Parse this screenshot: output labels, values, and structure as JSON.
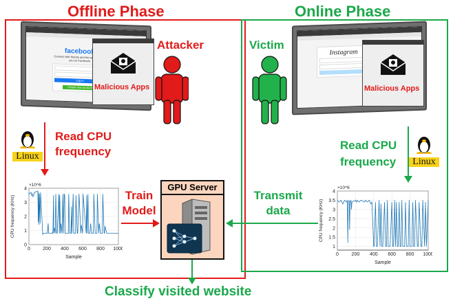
{
  "offline": {
    "title": "Offline Phase",
    "attacker": "Attacker",
    "malicious": "Malicious Apps",
    "read_cpu_1": "Read CPU",
    "read_cpu_2": "frequency",
    "train_1": "Train",
    "train_2": "Model",
    "site_title": "facebook",
    "site_sub": "Connect with friends and the world around you on Facebook.",
    "login_btn": "Log In",
    "create_btn": "Create new account",
    "os": "Linux"
  },
  "online": {
    "title": "Online Phase",
    "victim": "Victim",
    "malicious": "Malicious Apps",
    "read_cpu_1": "Read CPU",
    "read_cpu_2": "frequency",
    "transmit_1": "Transmit",
    "transmit_2": "data",
    "site_title": "Instagram",
    "os": "Linux"
  },
  "gpu": {
    "title": "GPU Server"
  },
  "bottom": {
    "classify": "Classify visited website"
  },
  "colors": {
    "red": "#e11a1a",
    "green": "#1aa84a",
    "plot_line": "#1f77b4",
    "gpu_bg": "#fbd5bd"
  },
  "icons": [
    "linux-penguin-icon",
    "envelope-virus-icon",
    "person-icon",
    "server-icon",
    "neural-network-icon"
  ],
  "chart_data": [
    {
      "type": "line",
      "name": "offline-cpu-trace",
      "xlabel": "Sample",
      "ylabel": "CPU frequency (KHz)",
      "exponent": "×10^6",
      "xlim": [
        0,
        1000
      ],
      "ylim": [
        0,
        4
      ],
      "xticks": [
        0,
        200,
        400,
        600,
        800,
        1000
      ],
      "yticks": [
        0,
        1,
        2,
        3,
        4
      ],
      "grid": true,
      "x": [
        0,
        5,
        25,
        30,
        40,
        45,
        55,
        60,
        100,
        105,
        108,
        112,
        118,
        125,
        130,
        150,
        155,
        160,
        200,
        205,
        215,
        220,
        260,
        265,
        268,
        275,
        278,
        285,
        295,
        300,
        310,
        315,
        335,
        340,
        345,
        352,
        358,
        370,
        380,
        385,
        395,
        400,
        405,
        440,
        445,
        455,
        470,
        475,
        480,
        495,
        500,
        520,
        525,
        540,
        545,
        560,
        580,
        585,
        600,
        605,
        640,
        645,
        650,
        660,
        665,
        680,
        690,
        700,
        720,
        725,
        740,
        760,
        765,
        780,
        785,
        800,
        820,
        825,
        840,
        845,
        850,
        870,
        875,
        900,
        905,
        1000
      ],
      "y": [
        3.7,
        3.6,
        3.7,
        3.5,
        3.6,
        3.4,
        3.5,
        3.7,
        3.8,
        1.6,
        3.7,
        1.4,
        3.6,
        1.5,
        3.7,
        1.3,
        0.7,
        0.8,
        0.8,
        0.8,
        1.5,
        0.8,
        0.8,
        0.9,
        0.8,
        3.5,
        0.8,
        1.2,
        0.8,
        3.6,
        0.8,
        0.8,
        3.6,
        0.8,
        3.5,
        0.8,
        1.5,
        0.8,
        3.6,
        0.8,
        3.6,
        3.5,
        0.8,
        0.8,
        3.6,
        0.8,
        0.8,
        2.7,
        0.8,
        3.6,
        0.8,
        0.8,
        3.5,
        0.8,
        0.8,
        3.6,
        0.8,
        1.4,
        0.8,
        3.6,
        0.8,
        3.5,
        0.8,
        3.6,
        0.8,
        0.8,
        1.5,
        0.8,
        0.8,
        3.6,
        0.8,
        0.8,
        3.6,
        0.8,
        1.5,
        0.8,
        0.8,
        3.6,
        0.8,
        0.8,
        1.3,
        0.8,
        0.8,
        0.8,
        0.8,
        0.8
      ]
    },
    {
      "type": "line",
      "name": "online-cpu-trace",
      "xlabel": "Sample",
      "ylabel": "CPU frequency (KHz)",
      "exponent": "×10^6",
      "xlim": [
        0,
        1000
      ],
      "ylim": [
        0.8,
        4
      ],
      "xticks": [
        0,
        200,
        400,
        600,
        800,
        1000
      ],
      "yticks": [
        1,
        1.5,
        2,
        2.5,
        3,
        3.5,
        4
      ],
      "grid": true,
      "x": [
        0,
        20,
        40,
        60,
        80,
        100,
        110,
        115,
        120,
        130,
        135,
        140,
        150,
        155,
        160,
        200,
        210,
        220,
        240,
        260,
        300,
        310,
        330,
        350,
        360,
        370,
        380,
        400,
        405,
        420,
        430,
        440,
        460,
        470,
        480,
        490,
        500,
        520,
        530,
        540,
        550,
        560,
        570,
        580,
        600,
        610,
        620,
        630,
        640,
        650,
        660,
        670,
        680,
        690,
        700,
        710,
        720,
        740,
        750,
        760,
        780,
        790,
        800,
        820,
        830,
        840,
        850,
        860,
        880,
        890,
        900,
        920,
        930,
        940,
        960,
        970,
        980,
        1000
      ],
      "y": [
        3.5,
        3.4,
        3.5,
        3.3,
        3.5,
        3.4,
        3.5,
        1.2,
        3.4,
        3.5,
        1.9,
        3.4,
        3.5,
        3.0,
        3.4,
        3.5,
        3.4,
        3.5,
        3.4,
        3.5,
        3.4,
        3.5,
        3.4,
        3.5,
        3.4,
        3.3,
        3.4,
        1.0,
        1.0,
        3.4,
        1.0,
        1.0,
        3.5,
        1.0,
        3.3,
        1.0,
        1.0,
        3.4,
        1.0,
        1.0,
        3.5,
        1.0,
        1.0,
        1.0,
        3.4,
        1.0,
        1.0,
        3.5,
        1.0,
        3.4,
        1.0,
        1.0,
        3.4,
        1.0,
        1.0,
        3.5,
        1.0,
        1.0,
        3.4,
        1.0,
        1.0,
        3.5,
        1.0,
        1.0,
        3.4,
        1.0,
        1.0,
        3.5,
        1.0,
        1.0,
        3.4,
        1.0,
        1.0,
        3.5,
        1.0,
        3.4,
        1.0,
        3.5
      ]
    }
  ]
}
